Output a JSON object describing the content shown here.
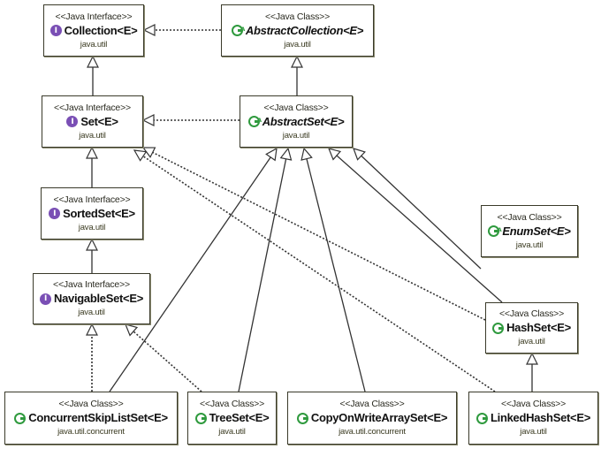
{
  "diagram": {
    "type": "UML class diagram",
    "nodes": [
      {
        "id": "collection",
        "stereotype": "<<Java Interface>>",
        "name": "Collection<E>",
        "package": "java.util",
        "kind": "interface",
        "abstract": false
      },
      {
        "id": "abstract-collection",
        "stereotype": "<<Java Class>>",
        "name": "AbstractCollection<E>",
        "package": "java.util",
        "kind": "class",
        "abstract": true
      },
      {
        "id": "set",
        "stereotype": "<<Java Interface>>",
        "name": "Set<E>",
        "package": "java.util",
        "kind": "interface",
        "abstract": false
      },
      {
        "id": "abstract-set",
        "stereotype": "<<Java Class>>",
        "name": "AbstractSet<E>",
        "package": "java.util",
        "kind": "class",
        "abstract": true
      },
      {
        "id": "sorted-set",
        "stereotype": "<<Java Interface>>",
        "name": "SortedSet<E>",
        "package": "java.util",
        "kind": "interface",
        "abstract": false
      },
      {
        "id": "navigable-set",
        "stereotype": "<<Java Interface>>",
        "name": "NavigableSet<E>",
        "package": "java.util",
        "kind": "interface",
        "abstract": false
      },
      {
        "id": "enum-set",
        "stereotype": "<<Java Class>>",
        "name": "EnumSet<E>",
        "package": "java.util",
        "kind": "class",
        "abstract": true
      },
      {
        "id": "hash-set",
        "stereotype": "<<Java Class>>",
        "name": "HashSet<E>",
        "package": "java.util",
        "kind": "class",
        "abstract": false
      },
      {
        "id": "concurrent-skip-list-set",
        "stereotype": "<<Java Class>>",
        "name": "ConcurrentSkipListSet<E>",
        "package": "java.util.concurrent",
        "kind": "class",
        "abstract": false
      },
      {
        "id": "tree-set",
        "stereotype": "<<Java Class>>",
        "name": "TreeSet<E>",
        "package": "java.util",
        "kind": "class",
        "abstract": false
      },
      {
        "id": "copy-on-write-array-set",
        "stereotype": "<<Java Class>>",
        "name": "CopyOnWriteArraySet<E>",
        "package": "java.util.concurrent",
        "kind": "class",
        "abstract": false
      },
      {
        "id": "linked-hash-set",
        "stereotype": "<<Java Class>>",
        "name": "LinkedHashSet<E>",
        "package": "java.util",
        "kind": "class",
        "abstract": false
      }
    ],
    "edges": [
      {
        "from": "abstract-collection",
        "to": "collection",
        "type": "realization"
      },
      {
        "from": "set",
        "to": "collection",
        "type": "generalization"
      },
      {
        "from": "abstract-set",
        "to": "abstract-collection",
        "type": "generalization"
      },
      {
        "from": "abstract-set",
        "to": "set",
        "type": "realization"
      },
      {
        "from": "sorted-set",
        "to": "set",
        "type": "generalization"
      },
      {
        "from": "navigable-set",
        "to": "sorted-set",
        "type": "generalization"
      },
      {
        "from": "enum-set",
        "to": "abstract-set",
        "type": "generalization"
      },
      {
        "from": "hash-set",
        "to": "abstract-set",
        "type": "generalization"
      },
      {
        "from": "hash-set",
        "to": "set",
        "type": "realization"
      },
      {
        "from": "concurrent-skip-list-set",
        "to": "abstract-set",
        "type": "generalization"
      },
      {
        "from": "concurrent-skip-list-set",
        "to": "navigable-set",
        "type": "realization"
      },
      {
        "from": "tree-set",
        "to": "abstract-set",
        "type": "generalization"
      },
      {
        "from": "tree-set",
        "to": "navigable-set",
        "type": "realization"
      },
      {
        "from": "copy-on-write-array-set",
        "to": "abstract-set",
        "type": "generalization"
      },
      {
        "from": "linked-hash-set",
        "to": "hash-set",
        "type": "generalization"
      },
      {
        "from": "linked-hash-set",
        "to": "set",
        "type": "realization"
      }
    ]
  },
  "colors": {
    "interface_icon": "#7a4fb5",
    "class_icon": "#2f9a3e",
    "border": "#3a3a2a",
    "edge": "#333333"
  }
}
